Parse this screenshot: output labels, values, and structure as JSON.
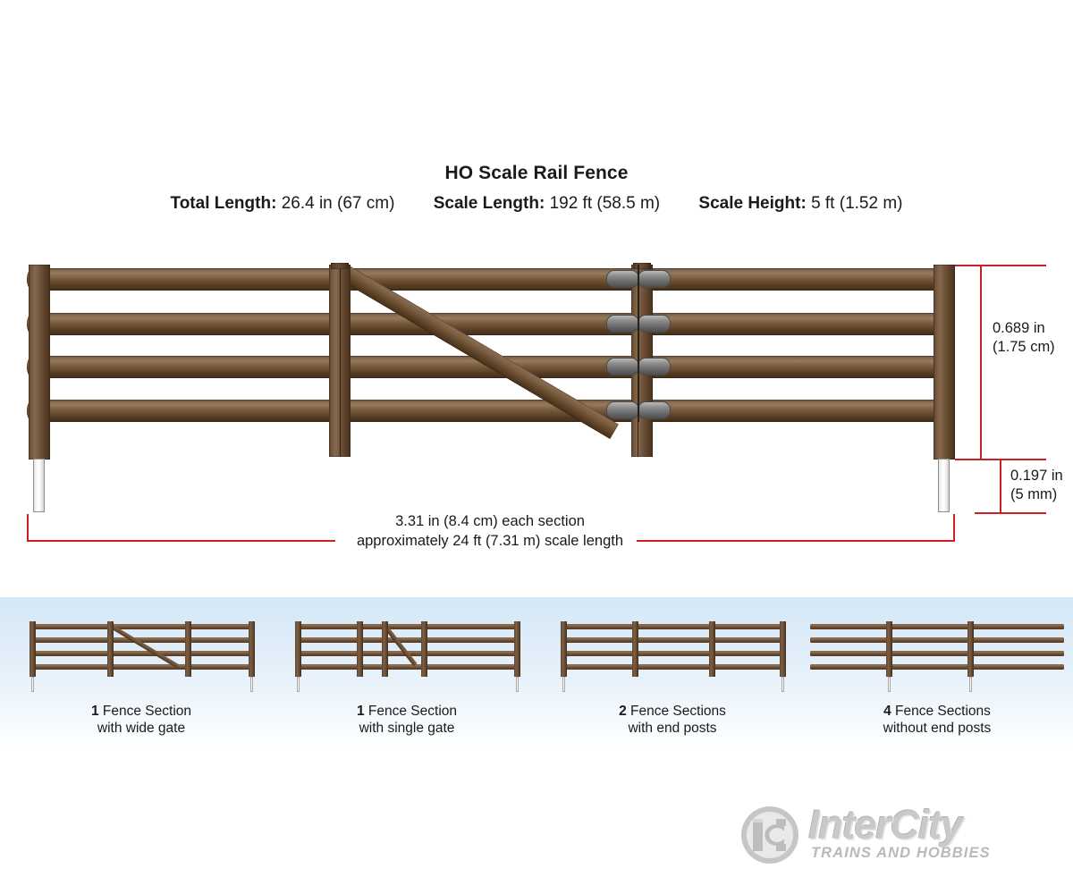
{
  "header": {
    "title": "HO Scale Rail Fence",
    "specs": [
      {
        "label": "Total Length:",
        "value": "26.4 in (67 cm)"
      },
      {
        "label": "Scale Length:",
        "value": "192 ft (58.5 m)"
      },
      {
        "label": "Scale Height:",
        "value": "5 ft (1.52 m)"
      }
    ]
  },
  "dimensions": {
    "height_in": "0.689 in",
    "height_cm": "(1.75 cm)",
    "pin_in": "0.197 in",
    "pin_mm": "(5 mm)",
    "section_line1": "3.31 in (8.4 cm) each section",
    "section_line2": "approximately 24 ft (7.31 m) scale length"
  },
  "variants": [
    {
      "count": "1",
      "line1_rest": " Fence Section",
      "line2": "with wide gate",
      "type": "wide-gate"
    },
    {
      "count": "1",
      "line1_rest": " Fence Section",
      "line2": "with single gate",
      "type": "single-gate"
    },
    {
      "count": "2",
      "line1_rest": " Fence Sections",
      "line2": "with end posts",
      "type": "end-posts"
    },
    {
      "count": "4",
      "line1_rest": " Fence Sections",
      "line2": "without end posts",
      "type": "no-end-posts"
    }
  ],
  "logo": {
    "monogram": "IC",
    "wordmark": "InterCity",
    "tagline": "TRAINS AND HOBBIES"
  },
  "colors": {
    "dimension_red": "#cc2027",
    "rail_brown": "#7a5c3e",
    "rail_highlight": "#97795c",
    "rail_shadow": "#422d16",
    "hardware_gray": "#8f8f8f",
    "panel_blue": "#d4e7f6",
    "logo_gray": "#c9c9c9"
  }
}
